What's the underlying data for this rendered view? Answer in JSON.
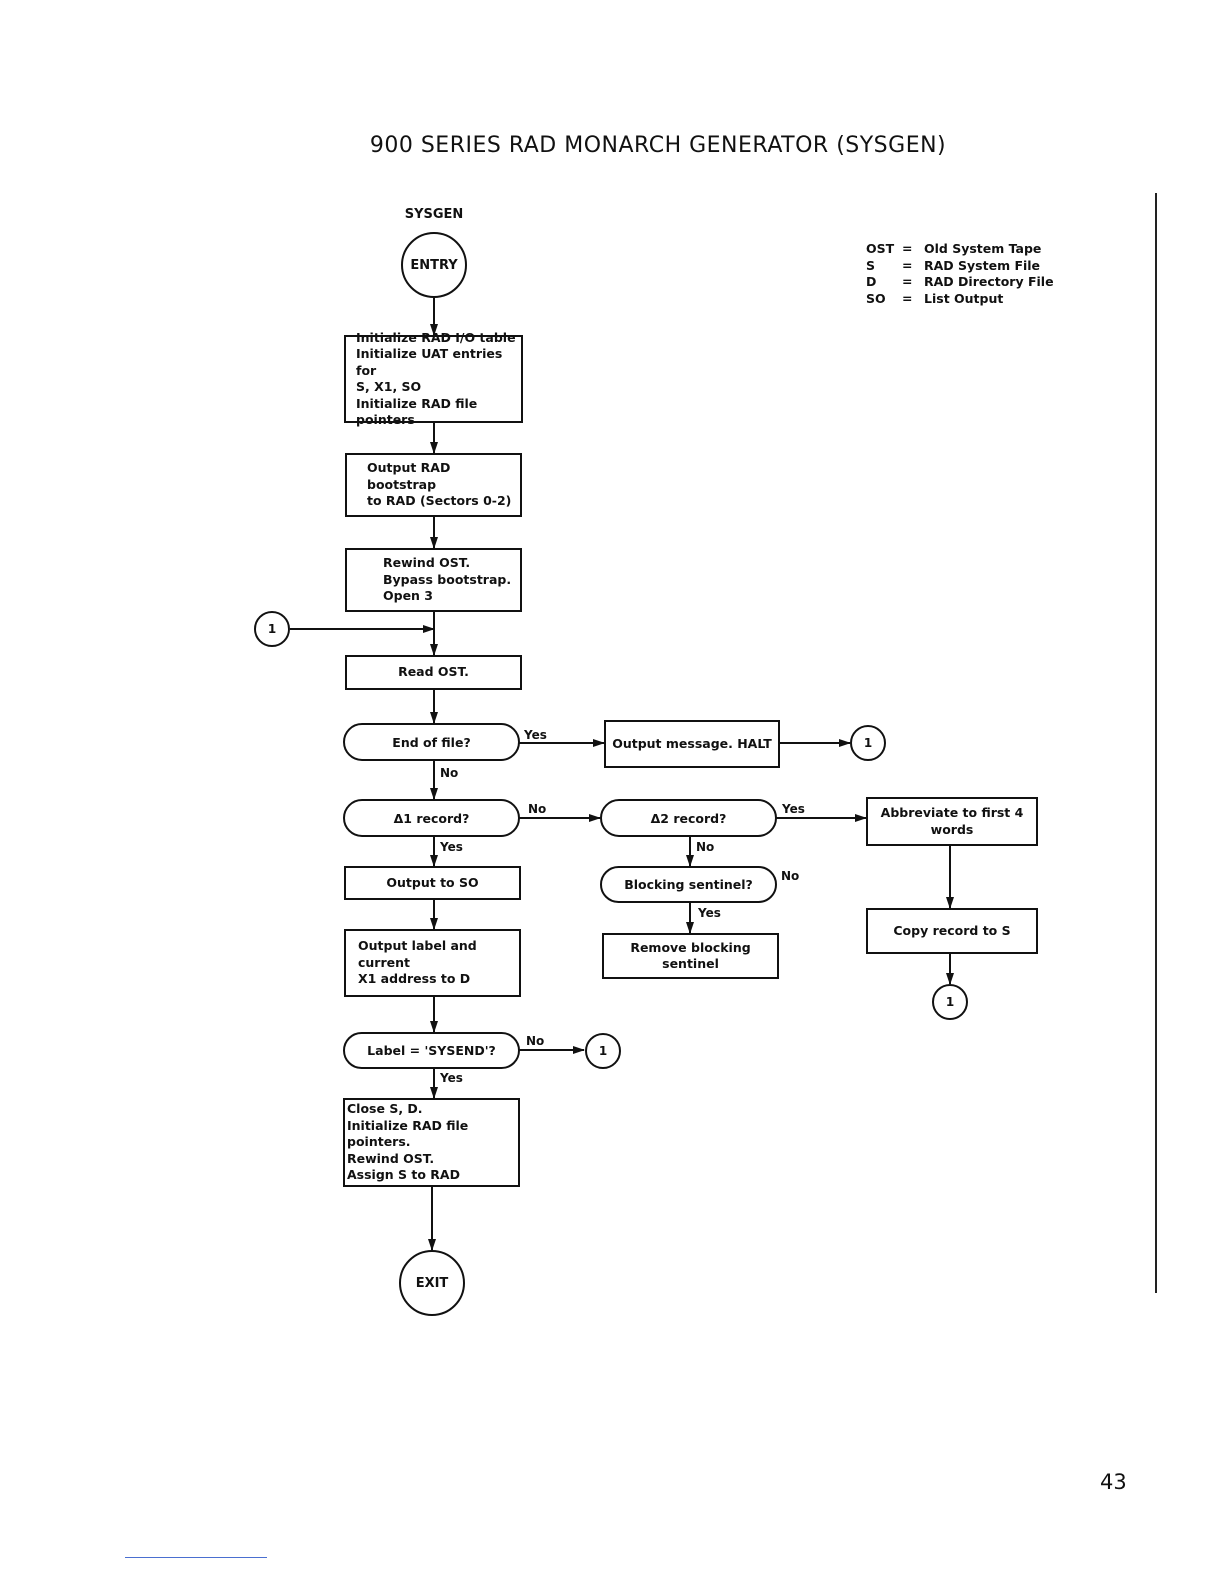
{
  "title": "900 SERIES RAD MONARCH GENERATOR (SYSGEN)",
  "flow_title": "SYSGEN",
  "legend": [
    {
      "abbr": "OST",
      "eq": "=",
      "meaning": "Old System Tape"
    },
    {
      "abbr": "S",
      "eq": "=",
      "meaning": "RAD System File"
    },
    {
      "abbr": "D",
      "eq": "=",
      "meaning": "RAD Directory File"
    },
    {
      "abbr": "SO",
      "eq": "=",
      "meaning": "List Output"
    }
  ],
  "terminals": {
    "entry": "ENTRY",
    "exit": "EXIT"
  },
  "connector": "1",
  "processes": {
    "init": "Initialize RAD I/O table\nInitialize UAT entries for\nS, X1, SO\nInitialize RAD file\npointers",
    "bootstrap": "Output RAD bootstrap\nto RAD (Sectors 0-2)",
    "rewind": "Rewind OST.\nBypass bootstrap.\nOpen 3",
    "read_ost": "Read OST.",
    "halt": "Output message.   HALT",
    "output_so": "Output to SO",
    "output_label": "Output label and current\nX1 address to D",
    "close": "Close S, D.\nInitialize RAD file pointers.\nRewind OST.\nAssign S to RAD",
    "abbreviate": "Abbreviate to first 4 words",
    "copy_record": "Copy record to S",
    "remove_sentinel": "Remove blocking sentinel"
  },
  "decisions": {
    "eof": "End of file?",
    "d1": "Δ1 record?",
    "d2": "Δ2 record?",
    "blocking": "Blocking sentinel?",
    "label": "Label = 'SYSEND'?"
  },
  "flow_labels": {
    "yes": "Yes",
    "no": "No"
  },
  "page_number": "43"
}
